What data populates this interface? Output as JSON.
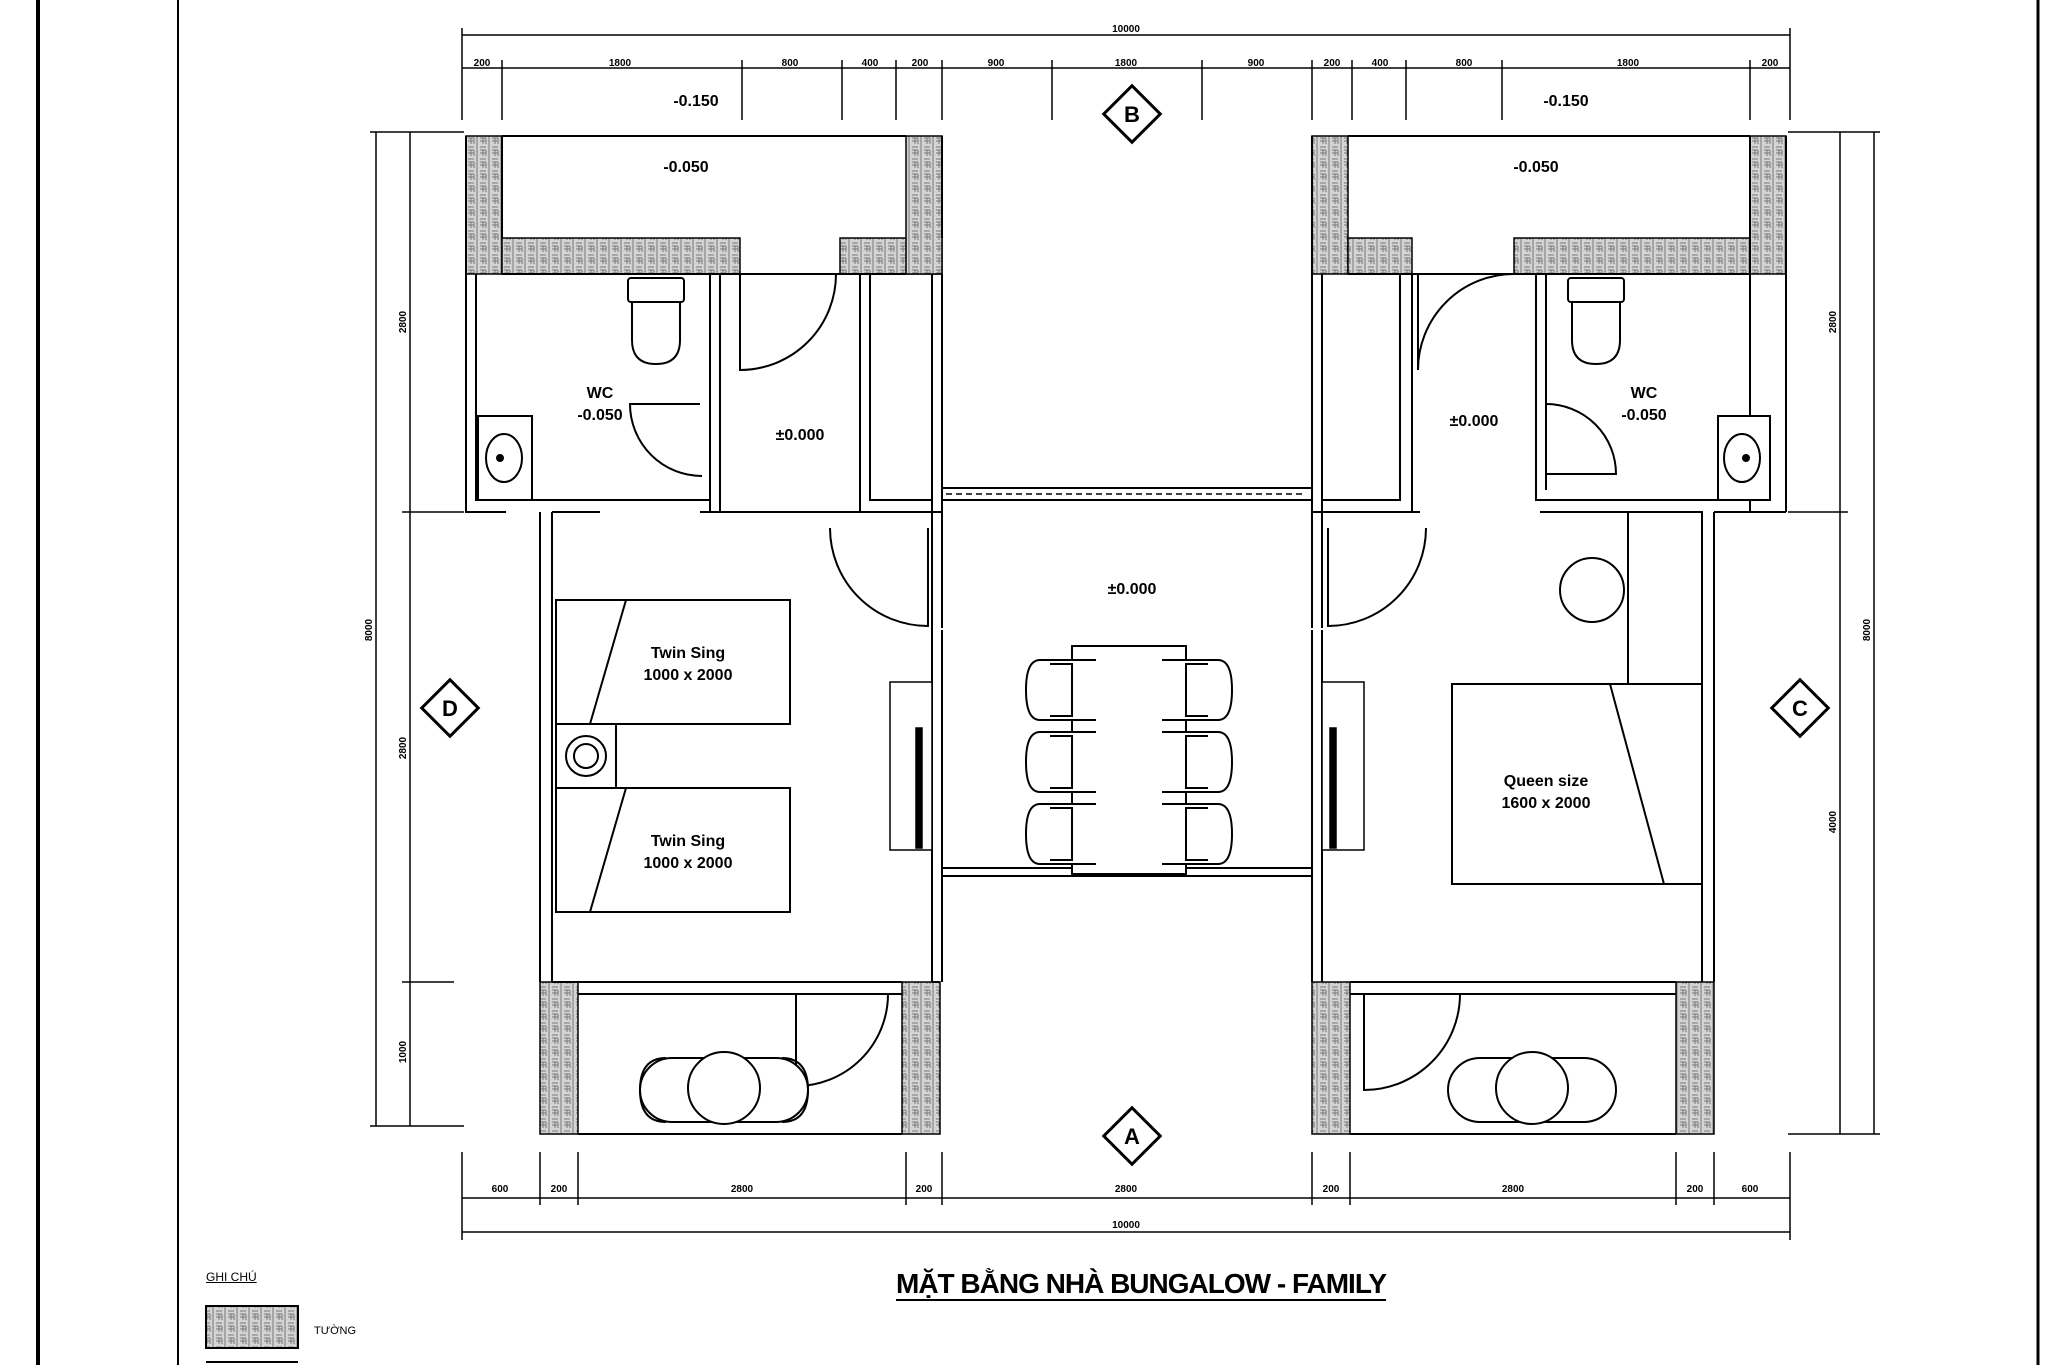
{
  "title": "MẶT BẰNG NHÀ BUNGALOW - FAMILY",
  "legend": {
    "heading": "GHI CHÚ",
    "item": "TƯỜNG"
  },
  "axes": {
    "top": "B",
    "bottom": "A",
    "left": "D",
    "right": "C"
  },
  "levels": {
    "top_left_outside": "-0.150",
    "top_right_outside": "-0.150",
    "top_left_room": "-0.050",
    "top_right_room": "-0.050",
    "wc_left_level": "-0.050",
    "wc_right_level": "-0.050",
    "hall_left": "±0.000",
    "hall_right": "±0.000",
    "living": "±0.000"
  },
  "rooms": {
    "wc_left": "WC",
    "wc_right": "WC",
    "bed1_name": "Twin Sing",
    "bed1_size": "1000 x 2000",
    "bed2_name": "Twin Sing",
    "bed2_size": "1000 x 2000",
    "queen_name": "Queen size",
    "queen_size": "1600 x 2000"
  },
  "dimensions": {
    "top_total": "10000",
    "top_segments": [
      "200",
      "1800",
      "800",
      "400",
      "200",
      "900",
      "1800",
      "900",
      "200",
      "400",
      "800",
      "1800",
      "200"
    ],
    "bottom_total": "10000",
    "bottom_segments": [
      "600",
      "200",
      "2800",
      "200",
      "2800",
      "200",
      "2800",
      "200",
      "600"
    ],
    "left_total": "8000",
    "left_segments": [
      "2800",
      "2800",
      "1000"
    ],
    "right_total": "8000",
    "right_segments": [
      "2800",
      "4000"
    ]
  },
  "colors": {
    "line": "#000000",
    "wall_hatch": "#7a7a7a",
    "background": "#ffffff"
  }
}
